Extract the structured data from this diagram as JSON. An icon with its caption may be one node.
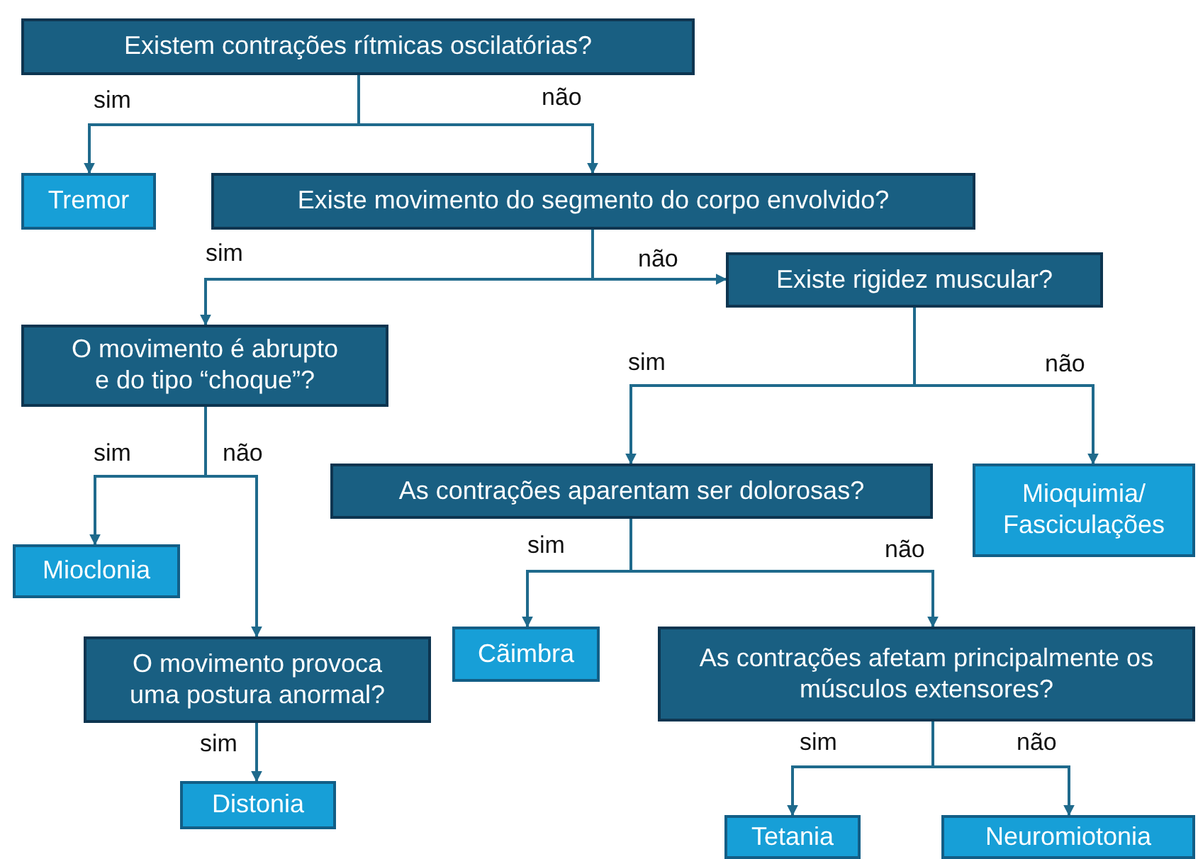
{
  "diagram": {
    "nodes": [
      {
        "text": [
          "Existem contrações rítmicas oscilatórias?"
        ]
      },
      {
        "text": [
          "Tremor"
        ]
      },
      {
        "text": [
          "Existe movimento do segmento do corpo envolvido?"
        ]
      },
      {
        "text": [
          "Existe rigidez muscular?"
        ]
      },
      {
        "text": [
          "O movimento é abrupto e do tipo “choque”?"
        ]
      },
      {
        "text": [
          "As contrações aparentam ser dolorosas?"
        ]
      },
      {
        "text": [
          "Mioquimia/ Fasciculações"
        ]
      },
      {
        "text": [
          "Mioclonia"
        ]
      },
      {
        "text": [
          "O movimento provoca uma postura anormal?"
        ]
      },
      {
        "text": [
          "Cãimbra"
        ]
      },
      {
        "text": [
          "As contrações afetam principalmente os músculos extensores?"
        ]
      },
      {
        "text": [
          "Distonia"
        ]
      },
      {
        "text": [
          "Tetania"
        ]
      },
      {
        "text": [
          "Neuromiotonia"
        ]
      }
    ],
    "edges": [
      {
        "from": 0,
        "to": 1,
        "arrow": "to",
        "label": "sim"
      },
      {
        "from": 0,
        "to": 2,
        "arrow": "to",
        "label": "não"
      },
      {
        "from": 2,
        "to": 4,
        "arrow": "to",
        "label": "sim"
      },
      {
        "from": 2,
        "to": 3,
        "arrow": "to",
        "label": "não"
      },
      {
        "from": 3,
        "to": 5,
        "arrow": "to",
        "label": "sim"
      },
      {
        "from": 3,
        "to": 6,
        "arrow": "to",
        "label": "não"
      },
      {
        "from": 4,
        "to": 7,
        "arrow": "to",
        "label": "sim"
      },
      {
        "from": 4,
        "to": 8,
        "arrow": "to",
        "label": "não"
      },
      {
        "from": 5,
        "to": 9,
        "arrow": "to",
        "label": "sim"
      },
      {
        "from": 5,
        "to": 10,
        "arrow": "to",
        "label": "não"
      },
      {
        "from": 8,
        "to": 11,
        "arrow": "to",
        "label": "sim"
      },
      {
        "from": 10,
        "to": 12,
        "arrow": "to",
        "label": "sim"
      },
      {
        "from": 10,
        "to": 13,
        "arrow": "to",
        "label": "não"
      }
    ]
  }
}
